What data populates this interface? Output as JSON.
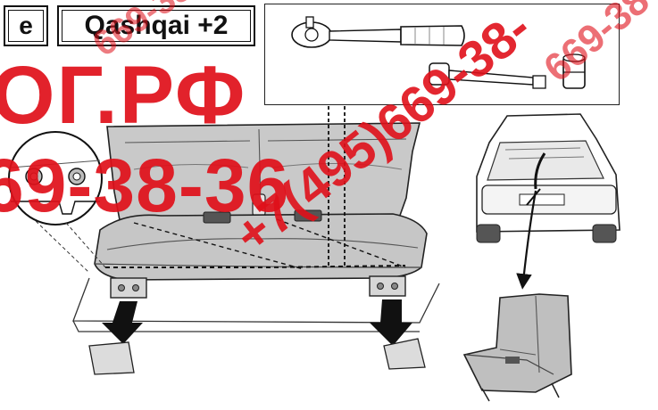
{
  "header": {
    "step_label": "e",
    "model_label": "Qashqai +2"
  },
  "icons": {
    "ratchet": "ratchet-wrench-icon",
    "extension": "extension-bar-icon",
    "socket": "socket-icon"
  },
  "watermark": {
    "main": "ОГ.РФ",
    "phone": "69-38-36",
    "diagonal": "+7(495)669-38-",
    "top_fragment": "669-38",
    "right_fragment": "669-38",
    "color": "#e0101a"
  }
}
